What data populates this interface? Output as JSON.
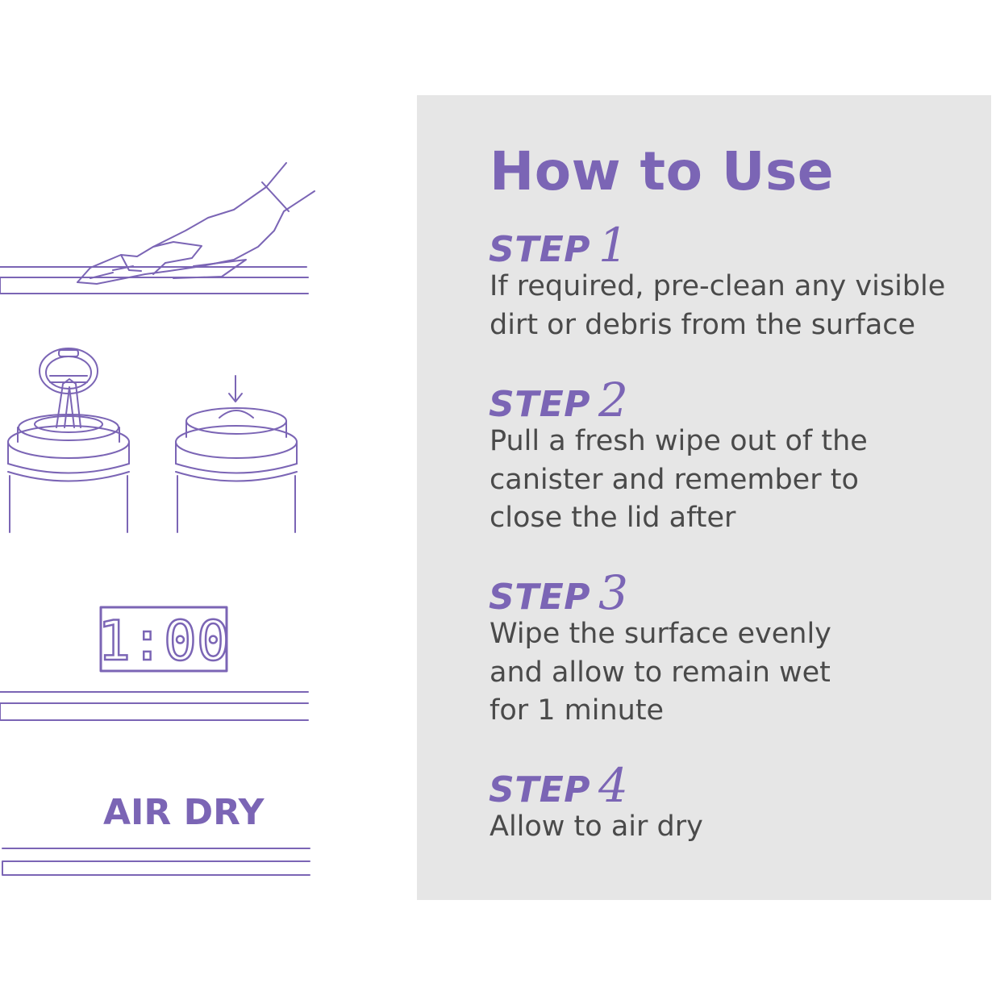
{
  "title": "How to Use",
  "steps": [
    {
      "label": "STEP",
      "number": "1",
      "text": "If required, pre-clean any visible\ndirt or debris from the surface"
    },
    {
      "label": "STEP",
      "number": "2",
      "text": "Pull a fresh wipe out of the\ncanister and remember to\nclose the lid after"
    },
    {
      "label": "STEP",
      "number": "3",
      "text": "Wipe the surface evenly\nand allow to remain wet\nfor 1 minute"
    },
    {
      "label": "STEP",
      "number": "4",
      "text": "Allow to air dry"
    }
  ],
  "illustrations": {
    "timer_display": "1:00",
    "air_dry_label": "AIR DRY"
  },
  "colors": {
    "accent": "#7b65b5",
    "panel_bg": "#e6e6e6",
    "body_text": "#4a4a4a"
  }
}
